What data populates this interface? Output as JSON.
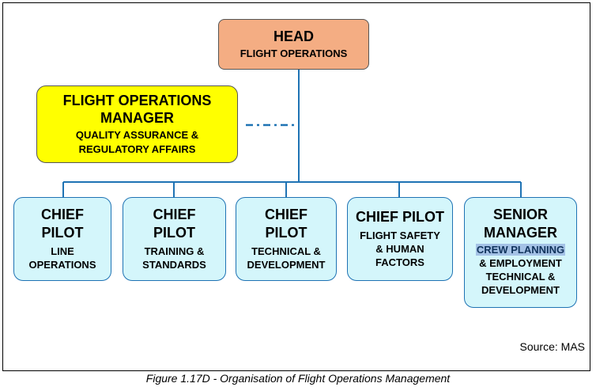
{
  "head": {
    "title": "HEAD",
    "subtitle": "FLIGHT OPERATIONS"
  },
  "manager": {
    "title_line1": "FLIGHT OPERATIONS",
    "title_line2": "MANAGER",
    "subtitle_line1": "QUALITY ASSURANCE &",
    "subtitle_line2": "REGULATORY AFFAIRS"
  },
  "reports": [
    {
      "title_line1": "CHIEF",
      "title_line2": "PILOT",
      "sub_line1": "LINE",
      "sub_line2": "OPERATIONS"
    },
    {
      "title_line1": "CHIEF",
      "title_line2": "PILOT",
      "sub_line1": "TRAINING &",
      "sub_line2": "STANDARDS"
    },
    {
      "title_line1": "CHIEF",
      "title_line2": "PILOT",
      "sub_line1": "TECHNICAL &",
      "sub_line2": "DEVELOPMENT"
    },
    {
      "title_line1": "CHIEF PILOT",
      "sub_line1": "FLIGHT SAFETY",
      "sub_line2": "& HUMAN",
      "sub_line3": "FACTORS"
    },
    {
      "title_line1": "SENIOR",
      "title_line2": "MANAGER",
      "sub_line1": "CREW PLANNING",
      "sub_line2": "& EMPLOYMENT",
      "sub_line3": "TECHNICAL &",
      "sub_line4": "DEVELOPMENT"
    }
  ],
  "colors": {
    "head_fill": "#f4ad83",
    "manager_fill": "#ffff00",
    "report_fill": "#d4f6fb",
    "report_border": "#1f73b4",
    "connector": "#1f73b4",
    "highlight": "#a4c2e6"
  },
  "source": "Source: MAS",
  "caption": "Figure 1.17D - Organisation of Flight Operations Management"
}
